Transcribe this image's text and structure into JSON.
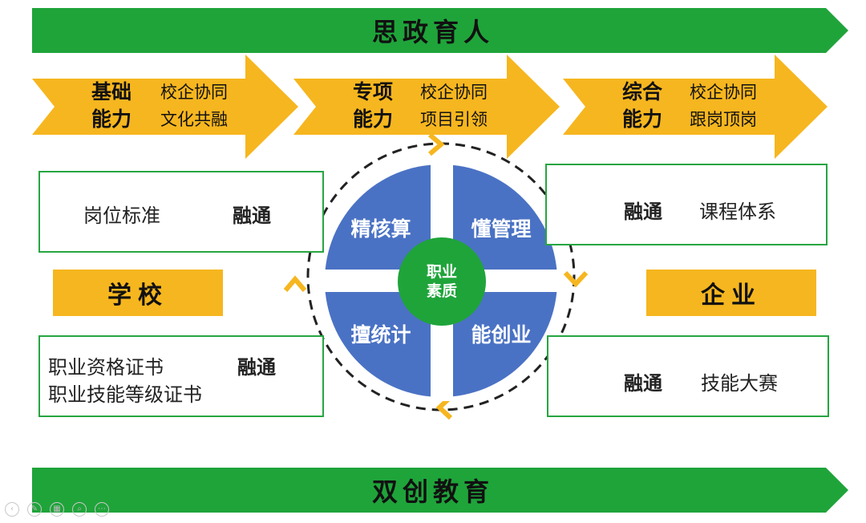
{
  "banners": {
    "top": "思政育人",
    "bottom": "双创教育"
  },
  "stages": [
    {
      "title": "基础\n能力",
      "desc": "校企协同\n文化共融"
    },
    {
      "title": "专项\n能力",
      "desc": "校企协同\n项目引领"
    },
    {
      "title": "综合\n能力",
      "desc": "校企协同\n跟岗顶岗"
    }
  ],
  "left": {
    "top_box": {
      "text": "岗位标准",
      "link": "融通"
    },
    "label": "学校",
    "bottom_box": {
      "lines": [
        "职业资格证书",
        "职业技能等级证书"
      ],
      "link": "融通"
    }
  },
  "right": {
    "top_box": {
      "link": "融通",
      "text": "课程体系"
    },
    "label": "企业",
    "bottom_box": {
      "link": "融通",
      "text": "技能大赛"
    }
  },
  "center": {
    "quadrants": [
      "精核算",
      "懂管理",
      "擅统计",
      "能创业"
    ],
    "core": "职业\n素质"
  },
  "colors": {
    "green": "#1fa43a",
    "orange": "#f6b61f",
    "blue": "#4a72c4",
    "box_border": "#27a541"
  },
  "toolbar_icons": [
    "previous-icon",
    "edit-icon",
    "grid-icon",
    "zoom-icon",
    "more-icon"
  ]
}
